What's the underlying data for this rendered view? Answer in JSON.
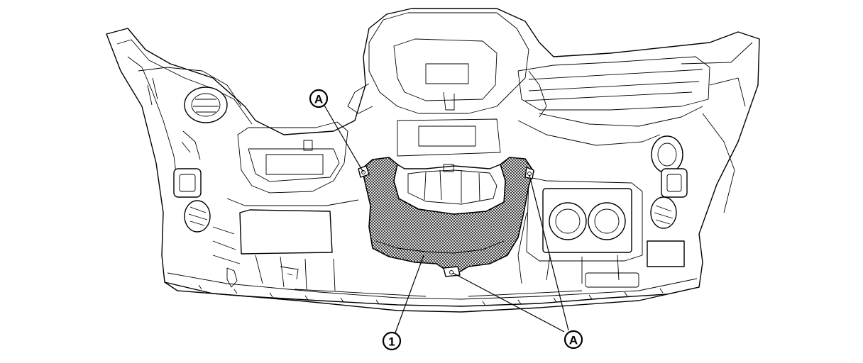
{
  "callouts": {
    "a_top": "A",
    "a_bottom": "A",
    "part_1": "1"
  }
}
